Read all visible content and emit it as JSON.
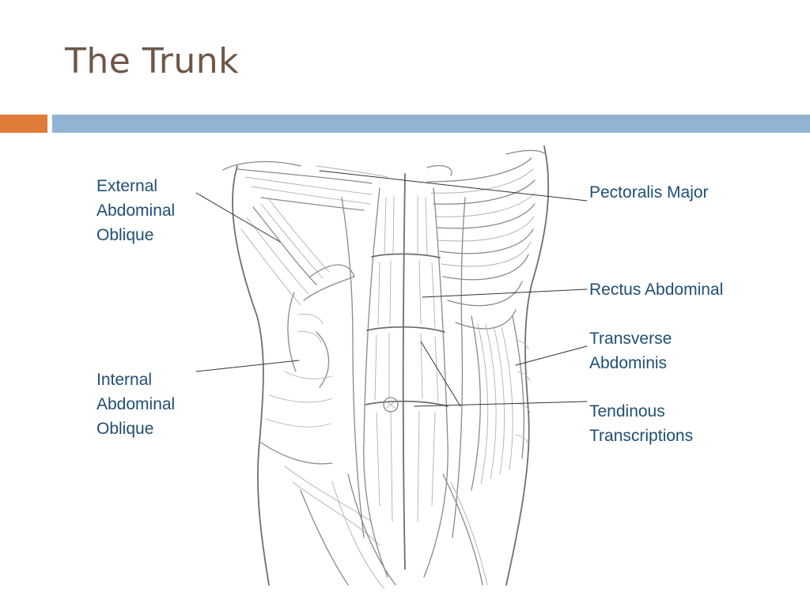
{
  "slide": {
    "title": "The Trunk"
  },
  "colors": {
    "title": "#6e5747",
    "accent_orange": "#e07b39",
    "accent_blue": "#92b4d3",
    "label_text": "#1f4e74"
  },
  "labels": {
    "external_oblique": "External\nAbdominal\nOblique",
    "internal_oblique": "Internal\nAbdominal\nOblique",
    "pectoralis_major": "Pectoralis Major",
    "rectus_abdominal": "Rectus Abdominal",
    "transverse_abdominis": "Transverse\nAbdominis",
    "tendinous_transcriptions": "Tendinous\nTranscriptions"
  }
}
